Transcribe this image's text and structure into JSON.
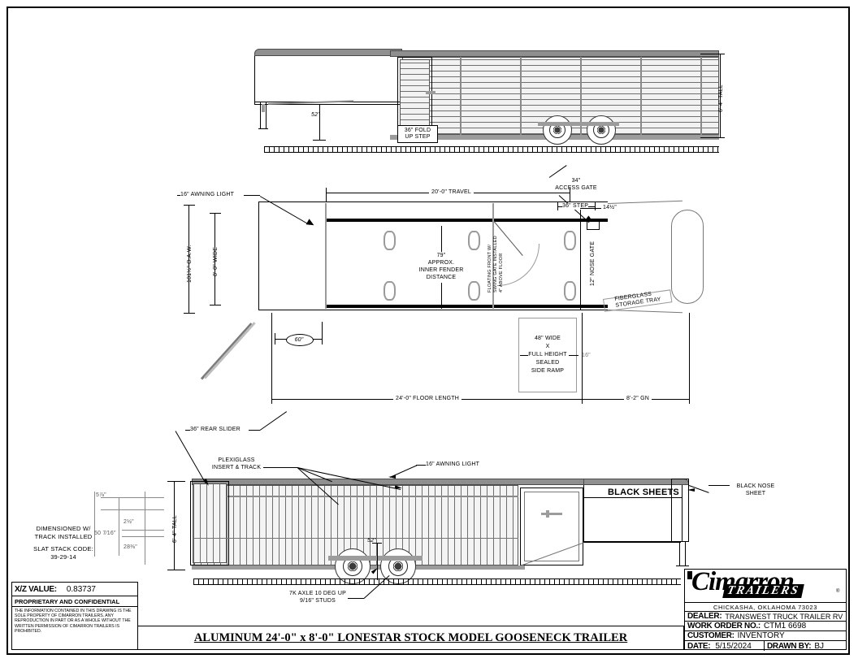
{
  "document": {
    "title": "ALUMINUM 24'-0\" x 8'-0\" LONESTAR STOCK MODEL GOOSENECK TRAILER"
  },
  "title_block": {
    "xz_label": "X/Z VALUE:",
    "xz_value": "0.83737",
    "proprietary_heading": "PROPRIETARY AND CONFIDENTIAL",
    "proprietary_body": "THE INFORMATION CONTAINED IN THIS DRAWING IS THE SOLE PROPERTY OF CIMARRON TRAILERS.  ANY REPRODUCTION IN PART OR AS A WHOLE WITHOUT THE WRITTEN PERMISSION OF CIMARRON TRAILERS IS PROHIBITED.",
    "logo_name": "Cimarron",
    "logo_sub": "TRAILERS",
    "logo_reg": "®",
    "company_location": "CHICKASHA, OKLAHOMA 73023",
    "dealer_label": "DEALER:",
    "dealer_value": "TRANSWEST TRUCK TRAILER RV",
    "work_order_label": "WORK ORDER NO.:",
    "work_order_value": "CTM1 6698",
    "customer_label": "CUSTOMER:",
    "customer_value": "INVENTORY",
    "date_label": "DATE:",
    "date_value": "5/15/2024",
    "drawn_by_label": "DRAWN BY:",
    "drawn_by_value": "BJ"
  },
  "side_view_top": {
    "name": "curb-side-elevation",
    "height_dim": "6'-4\" TALL",
    "gn_height_dim": "52\"",
    "fold_up_step": "36\" FOLD\nUP STEP"
  },
  "plan_view": {
    "name": "floor-plan-view",
    "awning_light": "16\" AWNING LIGHT",
    "overall_width": "101½\" O.A.W.",
    "inside_width": "8'-0\" WIDE",
    "travel_length": "20'-0\" TRAVEL",
    "access_gate": "34\"\nACCESS GATE",
    "step_note": "36\" STEP",
    "gn_coupler_dim": "14½\"",
    "inner_fender": "79\"\nAPPROX.\nINNER FENDER\nDISTANCE",
    "floating_gate_note": "FLOATING FRONT W/\nSWING GATE INSTALLED\n4\" ABOVE FLOOR",
    "nose_gate": "12\" NOSE GATE",
    "fiberglass_tray": "FIBERGLASS\nSTORAGE TRAY",
    "front_dim": "60\"",
    "side_ramp": "48\" WIDE\nX\nFULL HEIGHT\nSEALED\nSIDE RAMP",
    "ramp_small_dim": "16\"",
    "floor_length": "24'-0\" FLOOR LENGTH",
    "gn_length": "8'-2\" GN"
  },
  "side_view_bottom": {
    "name": "road-side-elevation",
    "rear_slider": "36\" REAR SLIDER",
    "plexiglass": "PLEXIGLASS\nINSERT & TRACK",
    "awning_light": "16\" AWNING LIGHT",
    "black_sheets": "BLACK SHEETS",
    "black_nose_sheet": "BLACK NOSE\nSHEET",
    "axle_note": "7K AXLE 10 DEG UP\n9/16\" STUDS",
    "gn_height_dim": "52\"",
    "rear_height_dim": "6'-4\" TALL",
    "dim_a": "5⅞\"",
    "dim_b": "50 7⁄16\"",
    "dim_c": "2½\"",
    "dim_d": "28⅜\"",
    "track_note": "DIMENSIONED W/\nTRACK INSTALLED",
    "slat_stack_label": "SLAT STACK CODE:",
    "slat_stack_value": "39-29-14"
  },
  "colors": {
    "line": "#000000",
    "gray": "#8a8a8a",
    "light_gray": "#b5b5b5"
  }
}
